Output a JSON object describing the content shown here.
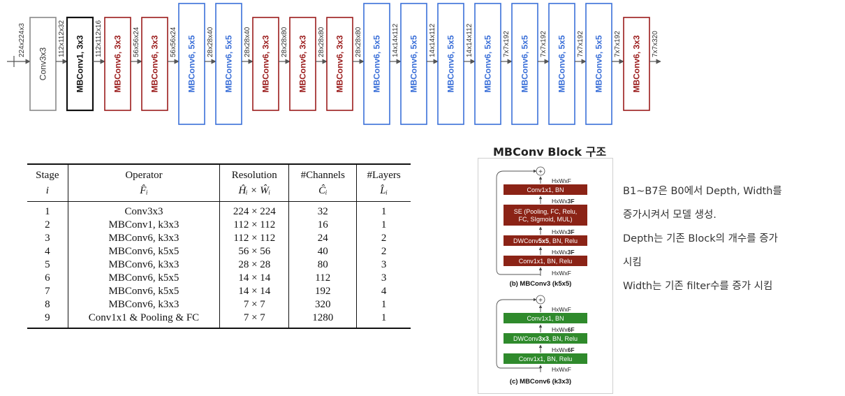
{
  "architecture": {
    "input_label": "224x224x3",
    "blocks": [
      {
        "label": "Conv3x3",
        "bold": false,
        "style": "conv"
      },
      {
        "label": "MBConv1, 3x3",
        "bold": true,
        "style": "mb1"
      },
      {
        "label": "MBConv6, 3x3",
        "bold": true,
        "style": "k3"
      },
      {
        "label": "MBConv6, 3x3",
        "bold": true,
        "style": "k3"
      },
      {
        "label": "MBConv6, 5x5",
        "bold": true,
        "style": "k5"
      },
      {
        "label": "MBConv6, 5x5",
        "bold": true,
        "style": "k5"
      },
      {
        "label": "MBConv6, 3x3",
        "bold": true,
        "style": "k3"
      },
      {
        "label": "MBConv6, 3x3",
        "bold": true,
        "style": "k3"
      },
      {
        "label": "MBConv6, 3x3",
        "bold": true,
        "style": "k3"
      },
      {
        "label": "MBConv6, 5x5",
        "bold": true,
        "style": "k5"
      },
      {
        "label": "MBConv6, 5x5",
        "bold": true,
        "style": "k5"
      },
      {
        "label": "MBConv6, 5x5",
        "bold": true,
        "style": "k5"
      },
      {
        "label": "MBConv6, 5x5",
        "bold": true,
        "style": "k5"
      },
      {
        "label": "MBConv6, 5x5",
        "bold": true,
        "style": "k5"
      },
      {
        "label": "MBConv6, 5x5",
        "bold": true,
        "style": "k5"
      },
      {
        "label": "MBConv6, 5x5",
        "bold": true,
        "style": "k5"
      },
      {
        "label": "MBConv6, 3x3",
        "bold": true,
        "style": "k3"
      }
    ],
    "dims": [
      "112x112x32",
      "112x112x16",
      "56x56x24",
      "56x56x24",
      "28x28x40",
      "28x28x40",
      "28x28x80",
      "28x28x80",
      "28x28x80",
      "14x14x112",
      "14x14x112",
      "14x14x112",
      "7x7x192",
      "7x7x192",
      "7x7x192",
      "7x7x192",
      "7x7x320"
    ],
    "colors": {
      "conv": "#888888",
      "mb1": "#111111",
      "k3": "#9b1c1c",
      "k5": "#3a6fd8",
      "arrow": "#555555"
    }
  },
  "table": {
    "headers": [
      {
        "top": "Stage",
        "bottom": "i"
      },
      {
        "top": "Operator",
        "bottom": "F̂ᵢ"
      },
      {
        "top": "Resolution",
        "bottom": "Ĥᵢ × Ŵᵢ"
      },
      {
        "top": "#Channels",
        "bottom": "Ĉᵢ"
      },
      {
        "top": "#Layers",
        "bottom": "L̂ᵢ"
      }
    ],
    "rows": [
      [
        "1",
        "Conv3x3",
        "224 × 224",
        "32",
        "1"
      ],
      [
        "2",
        "MBConv1, k3x3",
        "112 × 112",
        "16",
        "1"
      ],
      [
        "3",
        "MBConv6, k3x3",
        "112 × 112",
        "24",
        "2"
      ],
      [
        "4",
        "MBConv6, k5x5",
        "56 × 56",
        "40",
        "2"
      ],
      [
        "5",
        "MBConv6, k3x3",
        "28 × 28",
        "80",
        "3"
      ],
      [
        "6",
        "MBConv6, k5x5",
        "14 × 14",
        "112",
        "3"
      ],
      [
        "7",
        "MBConv6, k5x5",
        "14 × 14",
        "192",
        "4"
      ],
      [
        "8",
        "MBConv6, k3x3",
        "7 × 7",
        "320",
        "1"
      ],
      [
        "9",
        "Conv1x1 & Pooling & FC",
        "7 × 7",
        "1280",
        "1"
      ]
    ]
  },
  "mbconv": {
    "title": "MBConv Block 구조",
    "b": {
      "caption": "(b) MBConv3 (k5x5)",
      "color": "#8b2316",
      "plus": "+",
      "labels": [
        {
          "pre": "HxWxF",
          "bold": ""
        },
        {
          "pre": "HxWx",
          "bold": "3F"
        },
        {
          "pre": "HxWx",
          "bold": "3F"
        },
        {
          "pre": "HxWx",
          "bold": "3F"
        },
        {
          "pre": "HxWxF",
          "bold": ""
        }
      ],
      "boxes": [
        {
          "lines": [
            "Conv1x1, BN"
          ],
          "pre": "",
          "bold": "",
          "post": ""
        },
        {
          "lines": [
            "SE (Pooling, FC, Relu,",
            "FC, SIgmoid, MUL)"
          ],
          "pre": "",
          "bold": "",
          "post": ""
        },
        {
          "lines": [],
          "pre": "DWConv",
          "bold": "5x5",
          "post": ", BN, Relu"
        },
        {
          "lines": [
            "Conv1x1, BN, Relu"
          ],
          "pre": "",
          "bold": "",
          "post": ""
        }
      ]
    },
    "c": {
      "caption": "(c) MBConv6 (k3x3)",
      "color": "#2f8a2c",
      "plus": "+",
      "labels": [
        {
          "pre": "HxWxF",
          "bold": ""
        },
        {
          "pre": "HxWx",
          "bold": "6F"
        },
        {
          "pre": "HxWx",
          "bold": "6F"
        },
        {
          "pre": "HxWxF",
          "bold": ""
        }
      ],
      "boxes": [
        {
          "lines": [
            "Conv1x1, BN"
          ],
          "pre": "",
          "bold": "",
          "post": ""
        },
        {
          "lines": [],
          "pre": "DWConv",
          "bold": "3x3",
          "post": ", BN, Relu"
        },
        {
          "lines": [
            "Conv1x1, BN, Relu"
          ],
          "pre": "",
          "bold": "",
          "post": ""
        }
      ]
    }
  },
  "notes": [
    "B1~B7은 B0에서 Depth, Width를",
    "증가시켜서 모델 생성.",
    "Depth는 기존 Block의 개수를 증가",
    "시킴",
    "Width는 기존 filter수를 증가 시킴"
  ]
}
